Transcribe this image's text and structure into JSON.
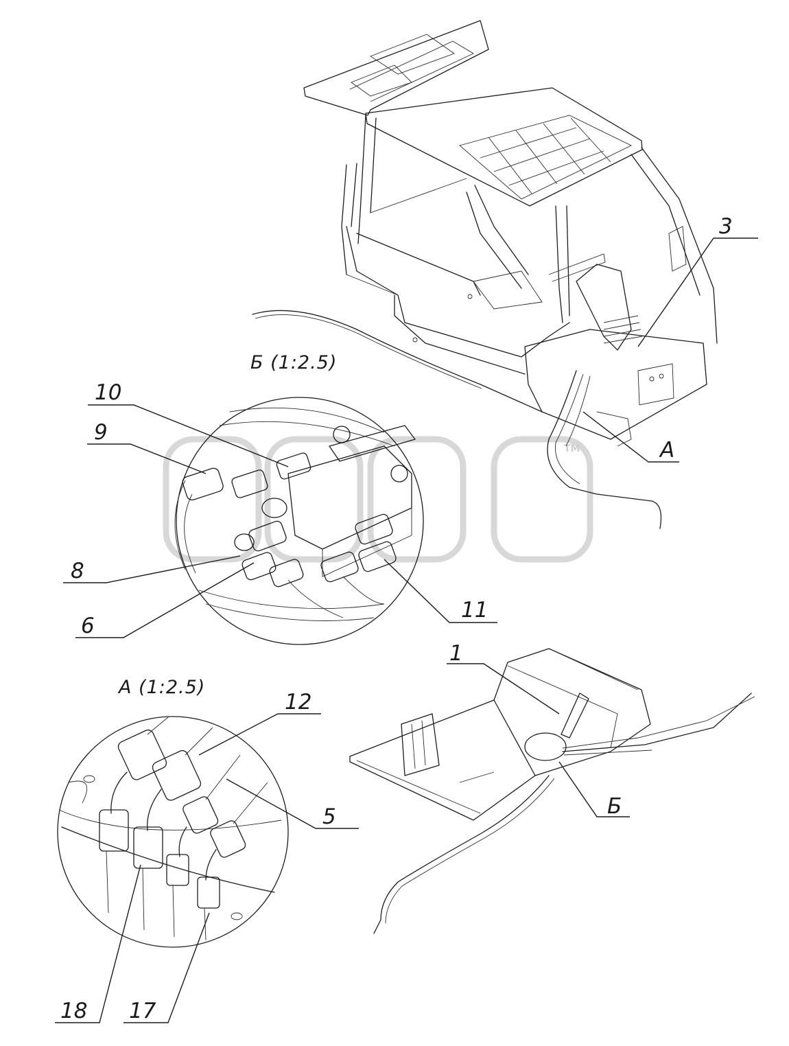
{
  "watermark": {
    "mark": "TM"
  },
  "views": {
    "detail_b": {
      "title": "Б  (1:2.5)"
    },
    "detail_a": {
      "title": "А  (1:2.5)"
    }
  },
  "callouts": {
    "c1": "1",
    "c3": "3",
    "c5": "5",
    "c6": "6",
    "c8": "8",
    "c9": "9",
    "c10": "10",
    "c11": "11",
    "c12": "12",
    "c17": "17",
    "c18": "18",
    "cA": "А",
    "cB": "Б"
  }
}
